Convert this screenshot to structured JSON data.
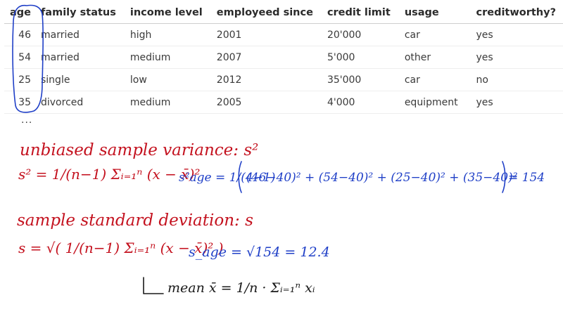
{
  "table": {
    "columns": [
      "age",
      "family status",
      "income level",
      "employeed since",
      "credit limit",
      "usage",
      "creditworthy?"
    ],
    "rows": [
      [
        "46",
        "married",
        "high",
        "2001",
        "20'000",
        "car",
        "yes"
      ],
      [
        "54",
        "married",
        "medium",
        "2007",
        "5'000",
        "other",
        "yes"
      ],
      [
        "25",
        "single",
        "low",
        "2012",
        "35'000",
        "car",
        "no"
      ],
      [
        "35",
        "divorced",
        "medium",
        "2005",
        "4'000",
        "equipment",
        "yes"
      ]
    ],
    "ellipsis": "..."
  },
  "notes": {
    "variance_heading": "unbiased sample variance: s²",
    "variance_formula": "s² = 1/(n−1) Σᵢ₌₁ⁿ (x − x̄)²",
    "variance_example_lhs": "s²age = 1/(4−1)",
    "variance_example_terms": "(46−40)² + (54−40)² + (25−40)² + (35−40)²",
    "variance_example_result": "= 154",
    "std_heading": "sample standard deviation: s",
    "std_formula": "s = √( 1/(n−1) Σᵢ₌₁ⁿ (x − x̄)² )",
    "std_example": "s_age = √154 = 12.4",
    "mean_note": "mean x̄ = 1/n · Σᵢ₌₁ⁿ xᵢ"
  },
  "colors": {
    "red_ink": "#c4121f",
    "blue_ink": "#1f3fc7",
    "black_ink": "#1a1a1a"
  }
}
